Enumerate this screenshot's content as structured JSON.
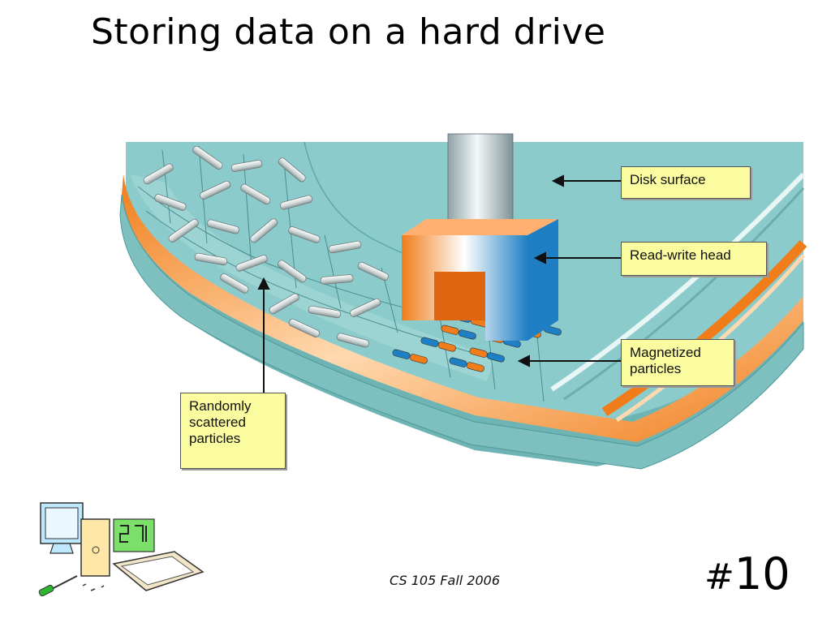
{
  "slide": {
    "title": "Storing data on a hard drive",
    "footer": "CS 105 Fall 2006",
    "number_prefix": "#",
    "number": "10"
  },
  "diagram": {
    "labels": {
      "disk_surface": "Disk surface",
      "read_write_head": "Read-write head",
      "magnetized_particles": "Magnetized particles",
      "random_particles": "Randomly scattered particles"
    }
  },
  "colors": {
    "platter": "#8ccbcb",
    "platter_dark": "#5fa8a8",
    "orange": "#f07d1a",
    "head_blue": "#1f7fc4",
    "callout_bg": "#fbfba0"
  },
  "icons": {
    "clipart": "computer-clipart-icon"
  }
}
